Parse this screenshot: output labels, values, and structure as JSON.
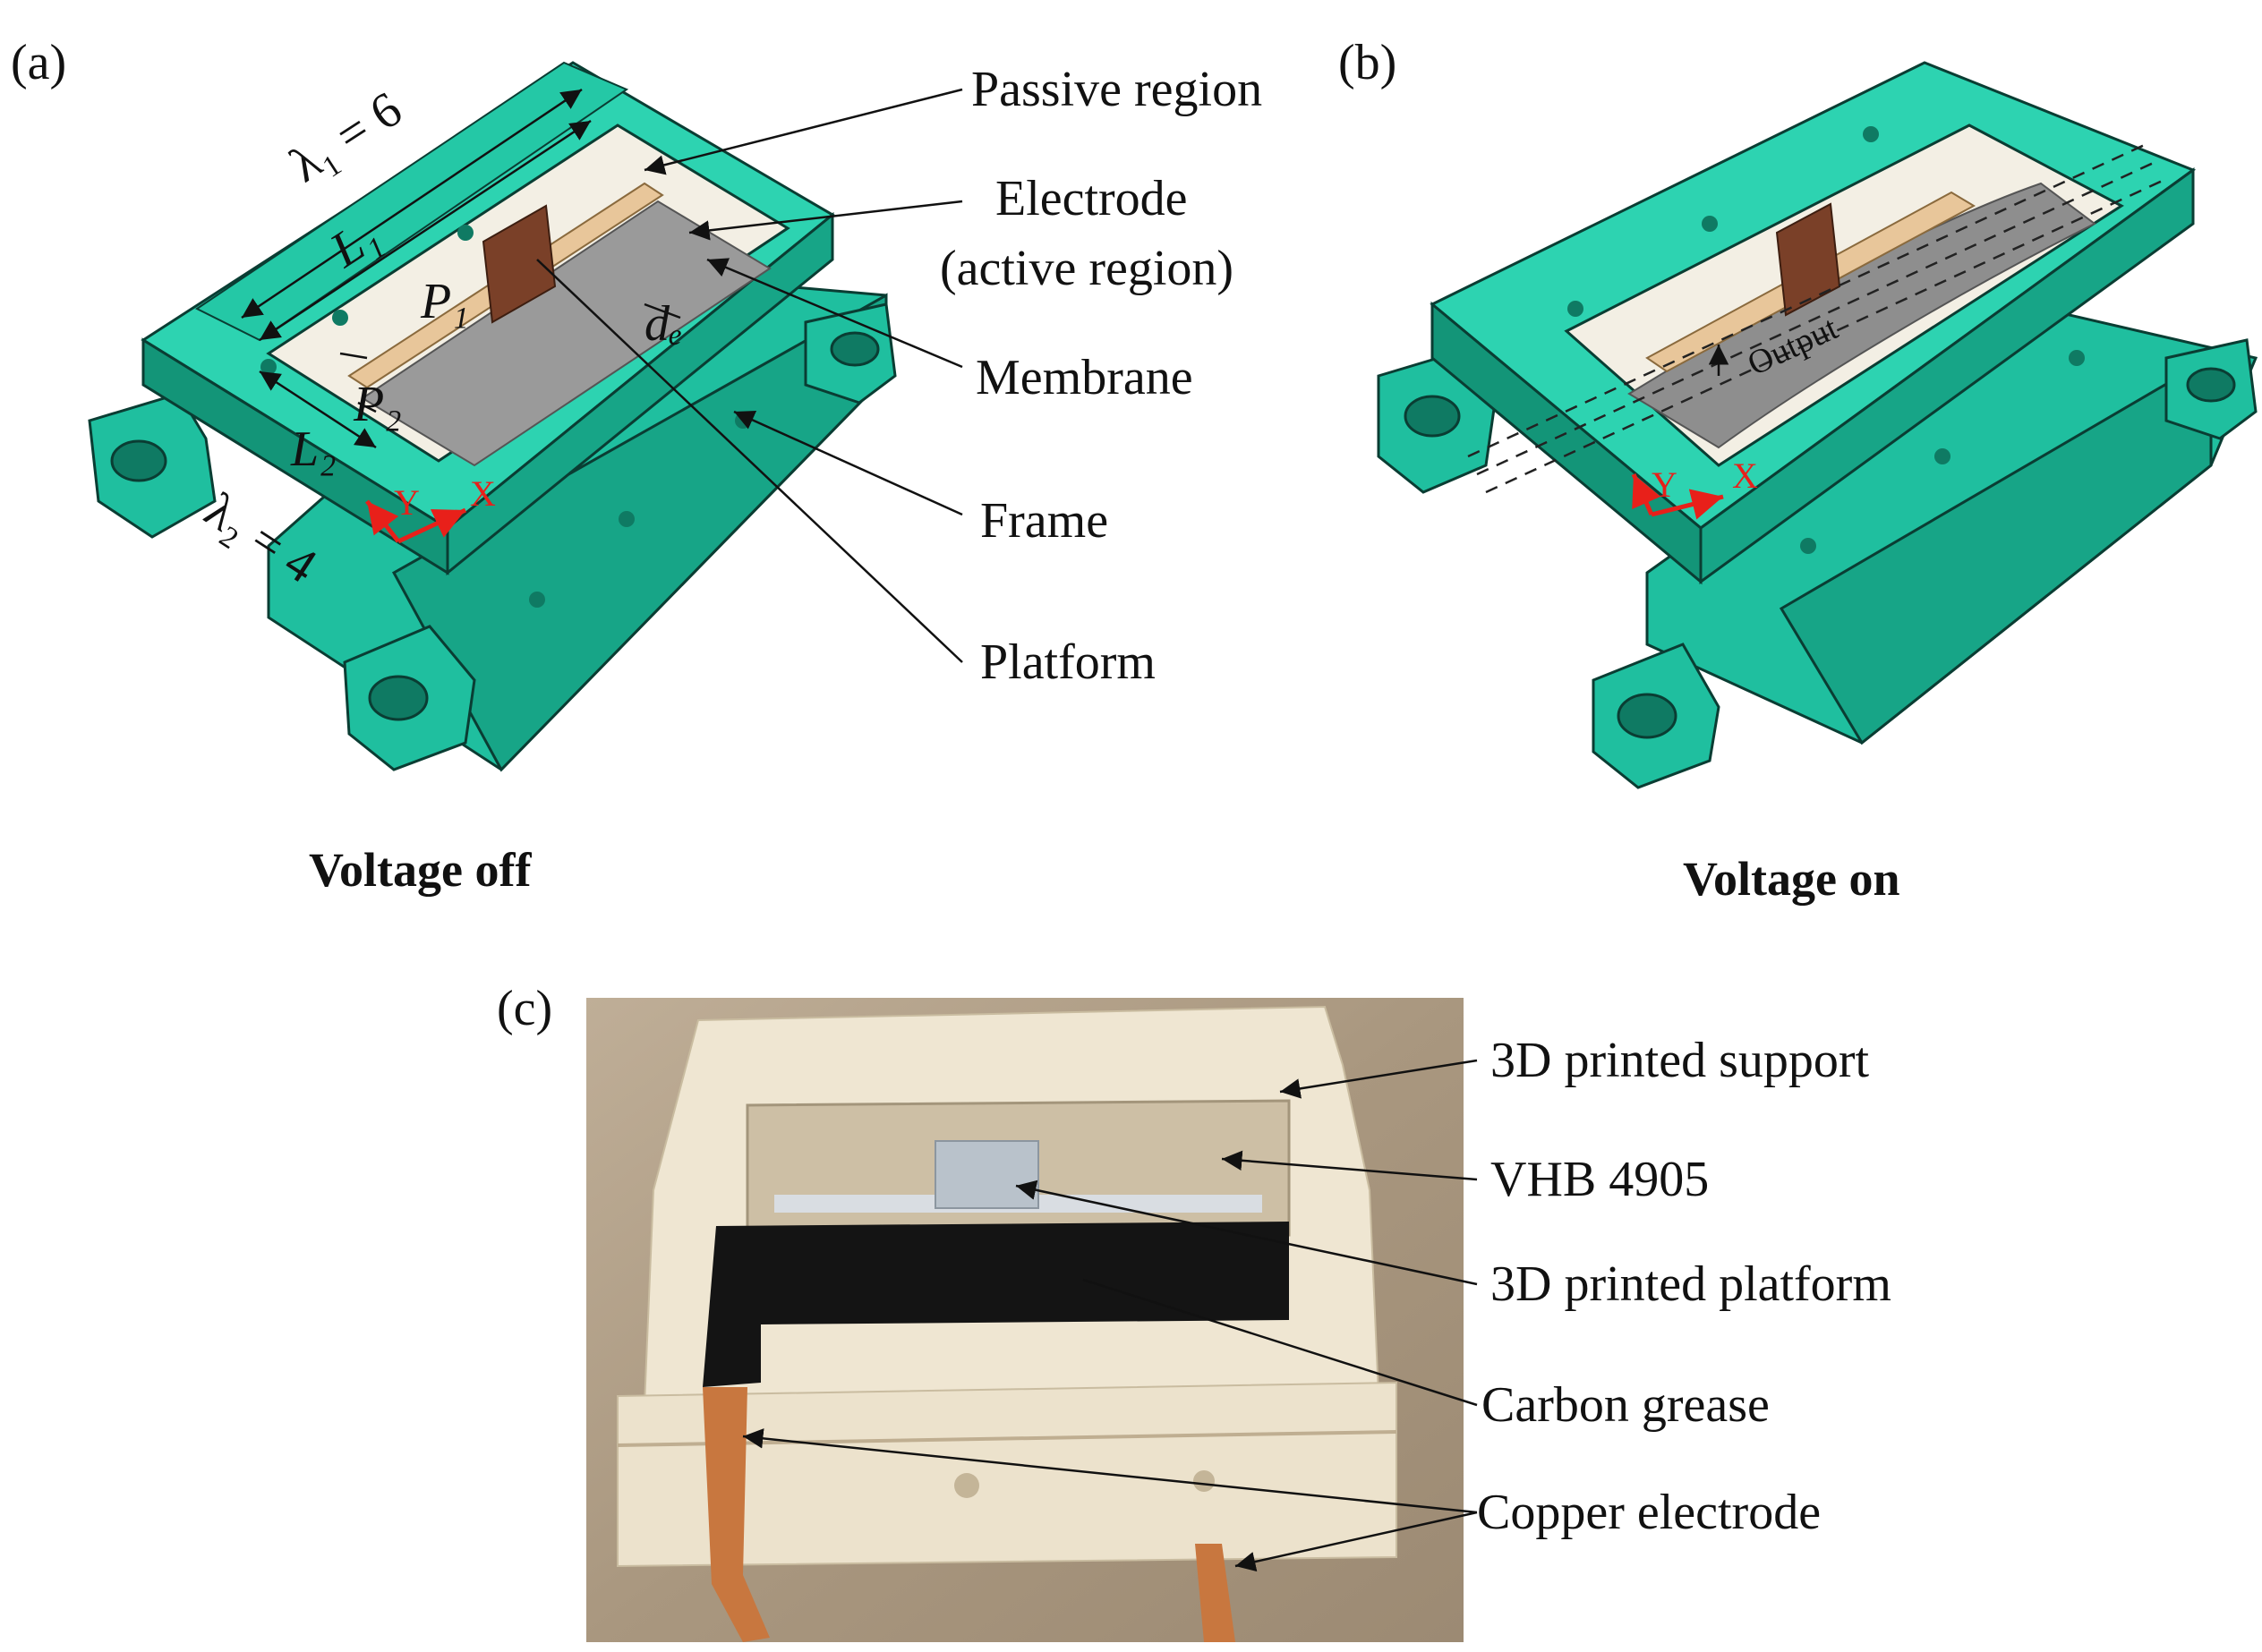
{
  "panel_a": {
    "letter": "(a)",
    "caption": "Voltage off",
    "dims": {
      "lambda1": "λ₁ = 6",
      "lambda2": "λ₂ = 4",
      "L1": "L₁",
      "L2": "L₂",
      "P1": "P₁",
      "P2": "P₂",
      "de": "dₑ"
    },
    "axes": {
      "x": "X",
      "y": "Y"
    },
    "callouts": {
      "passive_region": "Passive region",
      "electrode_line1": "Electrode",
      "electrode_line2": "(active region)",
      "membrane": "Membrane",
      "frame": "Frame",
      "platform": "Platform"
    }
  },
  "panel_b": {
    "letter": "(b)",
    "caption": "Voltage on",
    "output_label": "Output",
    "axes": {
      "x": "X",
      "y": "Y"
    }
  },
  "panel_c": {
    "letter": "(c)",
    "callouts": {
      "support": "3D printed support",
      "vhb": "VHB 4905",
      "platform": "3D printed platform",
      "grease": "Carbon grease",
      "copper": "Copper electrode"
    }
  },
  "colors": {
    "frame_teal": "#1fbf9f",
    "frame_dark": "#0f7a63",
    "electrode_gray": "#9a9a9a",
    "platform_brown": "#7a4028",
    "strip_tan": "#e8c69a",
    "axis_red": "#e8201a",
    "photo_plastic": "#efe6d2",
    "grease_black": "#141414",
    "copper": "#c8773f"
  }
}
